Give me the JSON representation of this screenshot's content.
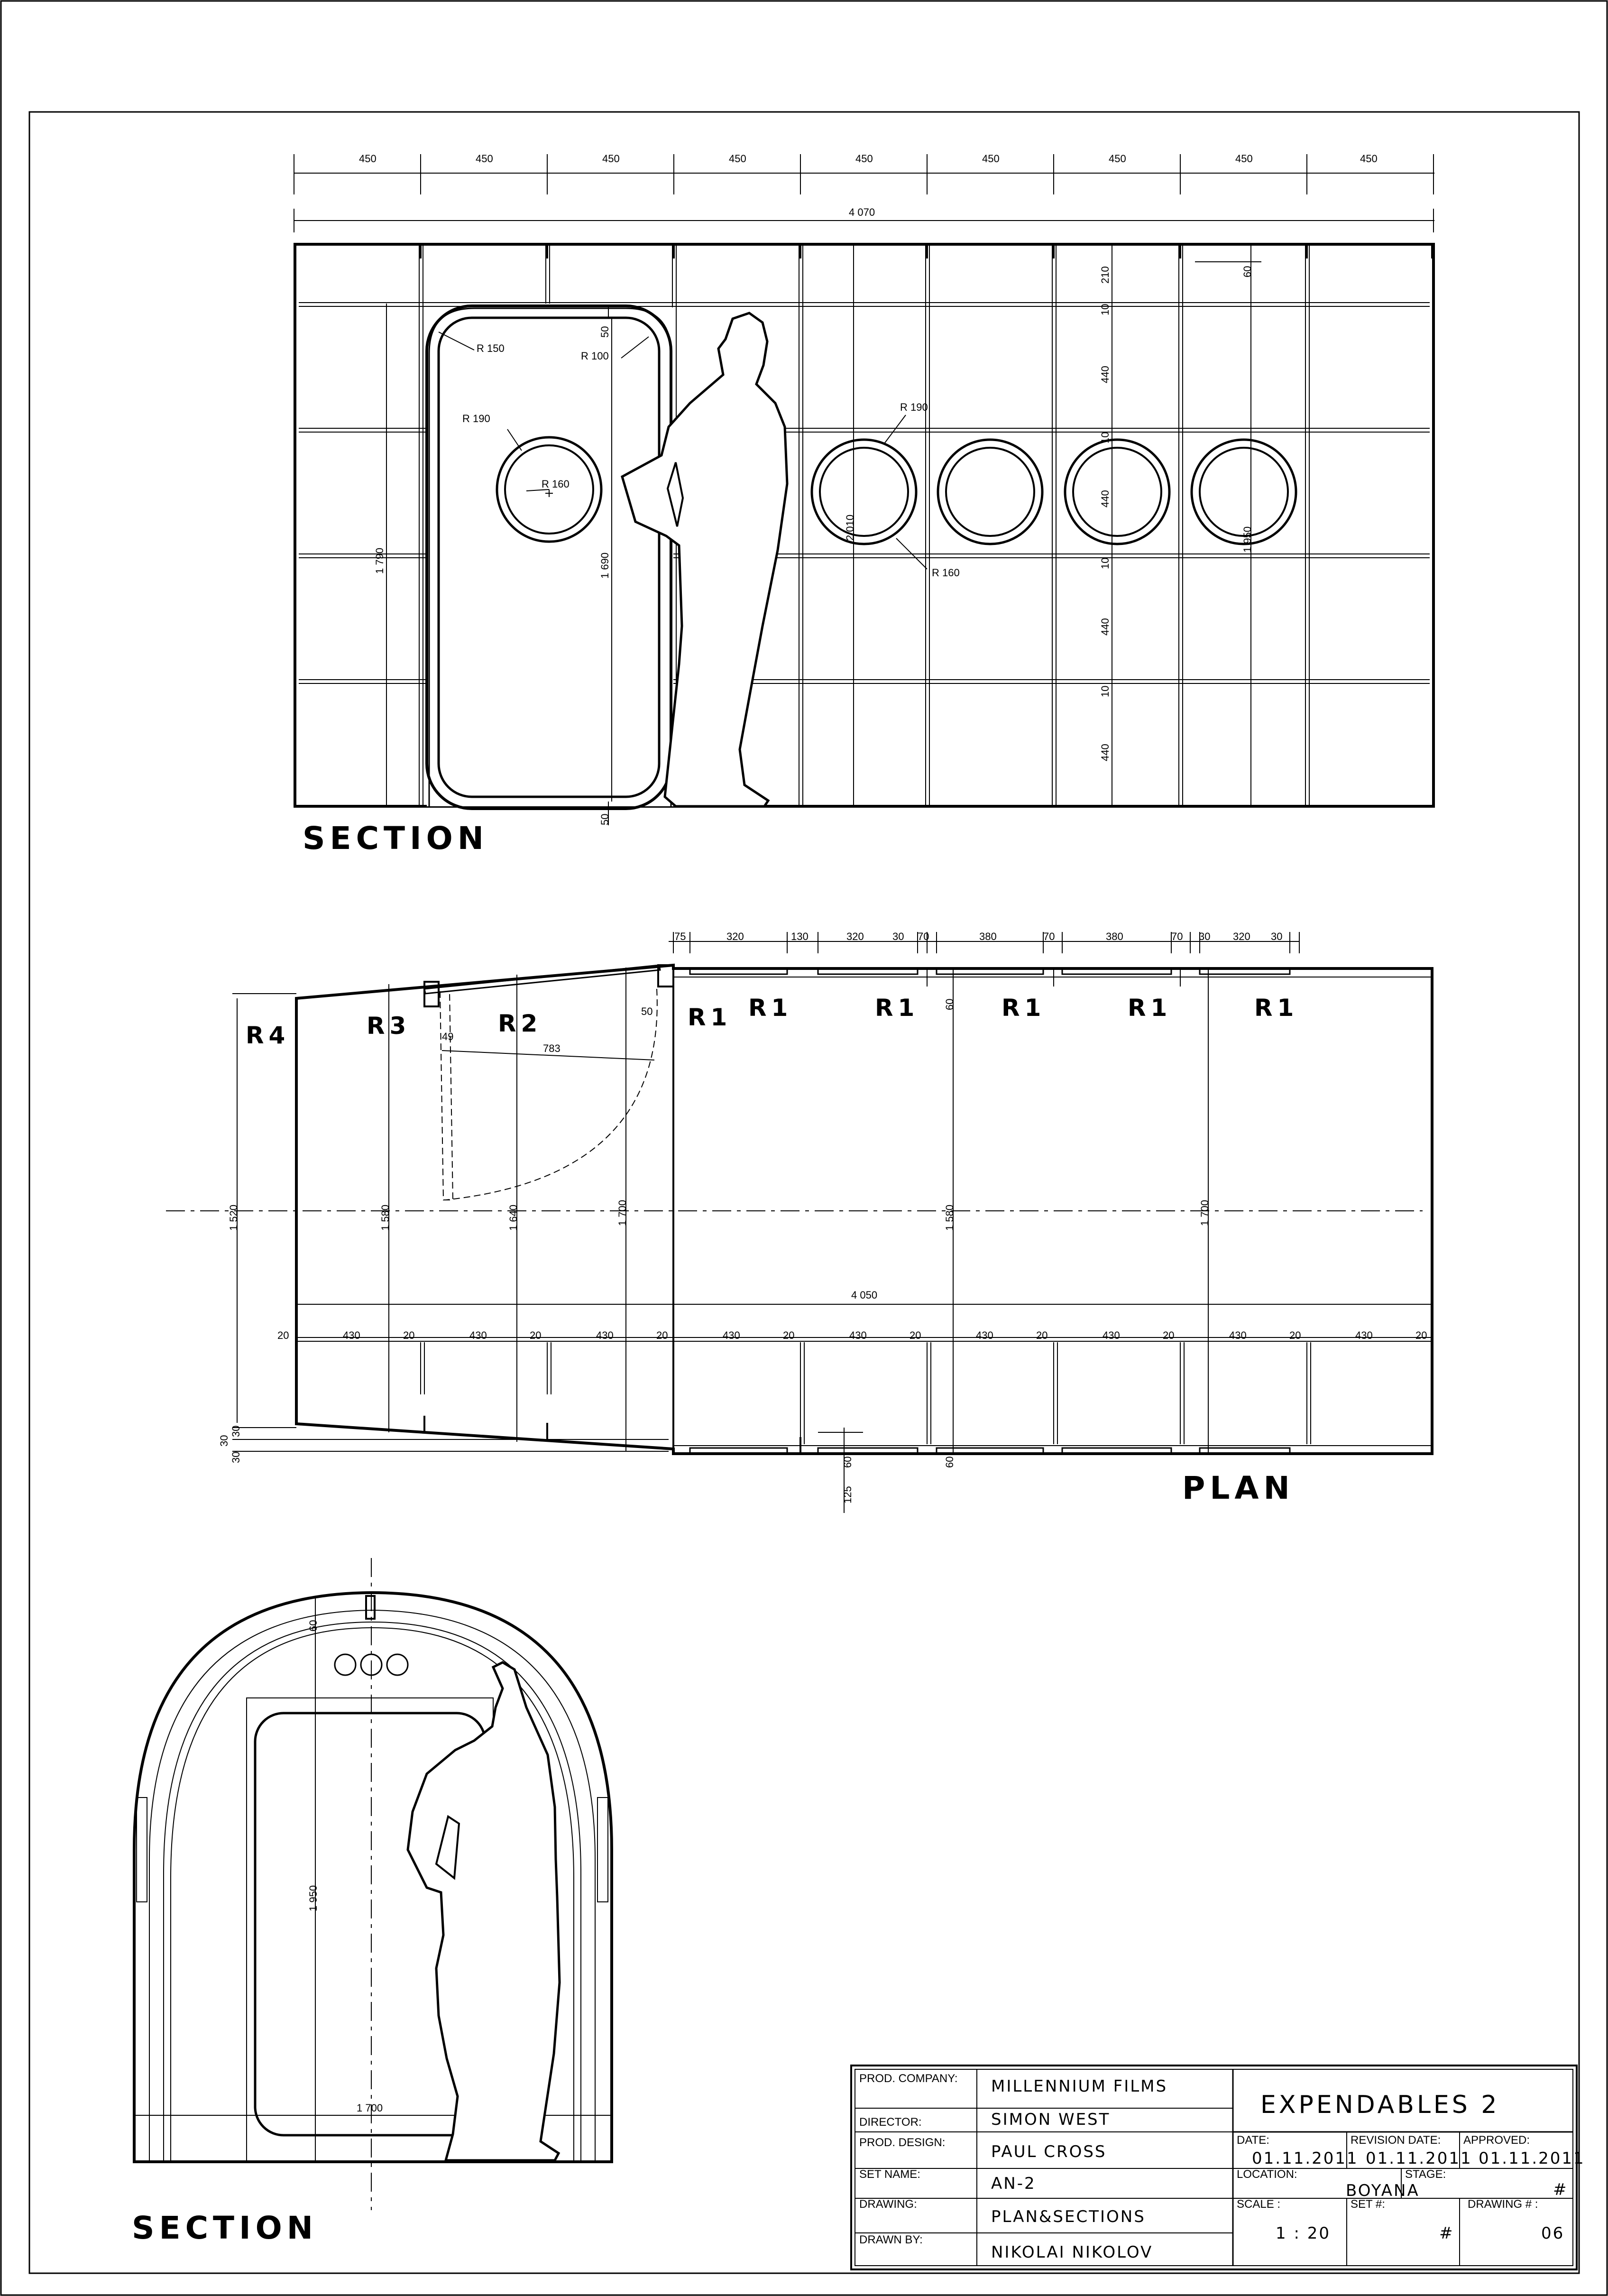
{
  "drawing": {
    "views": {
      "section_top": "SECTION",
      "plan": "PLAN",
      "section_bottom": "SECTION"
    },
    "top_section_dims": {
      "bay_widths": [
        "450",
        "450",
        "450",
        "450",
        "450",
        "450",
        "450",
        "450",
        "450"
      ],
      "overall_width": "4 070",
      "door_corner_outer": "R 150",
      "door_corner_inner": "R 100",
      "door_window_outer": "R 190",
      "door_window_inner": "R 160",
      "window_outer": "R 190",
      "window_inner": "R 160",
      "door_height_outer": "1 790",
      "door_height_inner": "1 690",
      "door_top_gap": "50",
      "door_bottom_gap": "50",
      "window_sill": "2 010",
      "floor_height": "1 950",
      "top_offset": "60",
      "panel_heights": [
        "210",
        "10",
        "440",
        "10",
        "440",
        "10",
        "440",
        "10",
        "440"
      ]
    },
    "plan_dims": {
      "top_widths": [
        "75",
        "320",
        "130",
        "320",
        "30",
        "70",
        "380",
        "70",
        "380",
        "70",
        "30",
        "320",
        "30"
      ],
      "rib_labels": [
        "R4",
        "R3",
        "R2",
        "R1",
        "R1",
        "R1",
        "R1",
        "R1",
        "R1"
      ],
      "door_depth": "49",
      "door_width": "783",
      "door_offset": "50",
      "window_depth": "60",
      "heights": [
        "1 520",
        "1 580",
        "1 640",
        "1 700",
        "1 580",
        "1 700"
      ],
      "overall_length": "4 050",
      "bottom_bay_widths": [
        "430",
        "430",
        "430",
        "430",
        "430",
        "430",
        "430",
        "430",
        "430"
      ],
      "rib_thickness": "20",
      "left_offsets": [
        "30",
        "30",
        "30"
      ],
      "step_down": "125",
      "window_depth_bottom": "60"
    },
    "bottom_section_dims": {
      "top_gap": "60",
      "door_height": "1 950",
      "width": "1 700"
    }
  },
  "title_block": {
    "prod_company_label": "PROD. COMPANY:",
    "prod_company": "MILLENNIUM FILMS",
    "director_label": "DIRECTOR:",
    "director": "SIMON WEST",
    "prod_design_label": "PROD. DESIGN:",
    "prod_design": "PAUL CROSS",
    "set_name_label": "SET NAME:",
    "set_name": "AN-2",
    "drawing_label": "DRAWING:",
    "drawing": "PLAN&SECTIONS",
    "drawn_by_label": "DRAWN BY:",
    "drawn_by": "NIKOLAI NIKOLOV",
    "project": "EXPENDABLES 2",
    "date_label": "DATE:",
    "date": "01.11.2011",
    "revision_date_label": "REVISION DATE:",
    "revision_date": "01.11.2011",
    "approved_label": "APPROVED:",
    "approved": "01.11.2011",
    "location_label": "LOCATION:",
    "location": "BOYANA",
    "stage_label": "STAGE:",
    "stage": "#",
    "scale_label": "SCALE :",
    "scale": "1 : 20",
    "set_no_label": "SET #:",
    "set_no": "#",
    "drawing_no_label": "DRAWING # :",
    "drawing_no": "06"
  }
}
